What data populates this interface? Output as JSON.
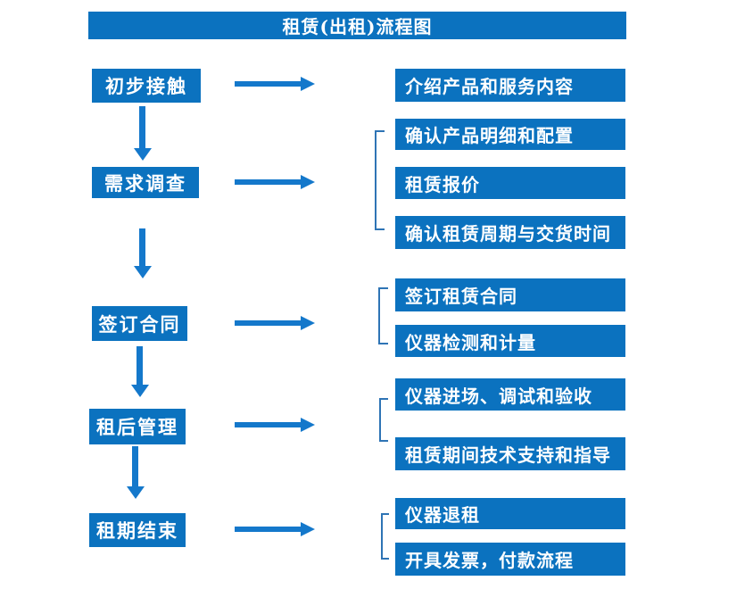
{
  "title": "租赁(出租)流程图",
  "colors": {
    "box_blue": "#0b72bf",
    "arrow_blue": "#1478cb",
    "bracket_blue": "#2e74b5",
    "text_white": "#ffffff",
    "background": "#ffffff"
  },
  "flow": [
    {
      "step": "初步接触",
      "details": [
        "介绍产品和服务内容"
      ]
    },
    {
      "step": "需求调查",
      "details": [
        "确认产品明细和配置",
        "租赁报价",
        "确认租赁周期与交货时间"
      ]
    },
    {
      "step": "签订合同",
      "details": [
        "签订租赁合同",
        "仪器检测和计量"
      ]
    },
    {
      "step": "租后管理",
      "details": [
        "仪器进场、调试和验收",
        "租赁期间技术支持和指导"
      ]
    },
    {
      "step": "租期结束",
      "details": [
        "仪器退租",
        "开具发票，付款流程"
      ]
    }
  ]
}
